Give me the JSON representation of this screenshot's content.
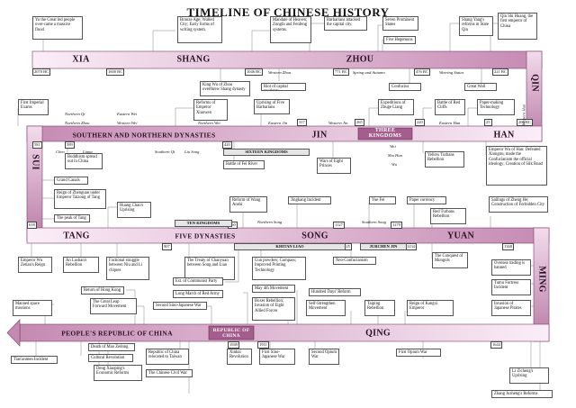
{
  "title": "TIMELINE OF CHINESE HISTORY",
  "colors": {
    "band": "#e9cde3",
    "band_dark": "#b06a98",
    "band_edge": "#7a3d68"
  },
  "dynasties": {
    "xia": "XIA",
    "shang": "SHANG",
    "zhou": "ZHOU",
    "qin": "QIN",
    "han": "HAN",
    "three_kingdoms": "THREE KINGDOMS",
    "jin": "JIN",
    "southern_northern": "SOUTHERN AND NORTHERN DYNASTIES",
    "sui": "SUI",
    "tang": "TANG",
    "five_dynasties": "FIVE DYNASTIES",
    "song": "SONG",
    "yuan": "YUAN",
    "ming": "MING",
    "qing": "QING",
    "roc": "REPUBLIC OF CHINA",
    "prc": "PEOPLE'S REPUBLIC OF CHINA"
  },
  "years": {
    "y2070bc": "2070 BC",
    "y1600bc": "1600 BC",
    "y1046bc": "1046 BC",
    "y771bc": "771 BC",
    "y476bc": "476 BC",
    "y221bc": "221 BC",
    "y206bc": "206 BC",
    "y25": "25",
    "y220": "220",
    "y265": "265",
    "y317": "317",
    "y420": "420",
    "y581": "581",
    "y589": "589",
    "y618": "618",
    "y907": "907",
    "y960": "960",
    "y1127": "1127",
    "y1279": "1279",
    "y1125": "1125",
    "y1234": "1234",
    "y1368": "1368",
    "y1644": "1644",
    "y1911": "1911",
    "y1949": "1949"
  },
  "subperiods": {
    "western_zhou": "Western Zhou",
    "spring_autumn": "Spring and Autumn",
    "warring_states": "Warring States",
    "western_han": "Western Han",
    "eastern_han": "Eastern Han",
    "wei": "Wei",
    "shu_han": "Shu Han",
    "wu": "Wu",
    "western_jin": "Western Jin",
    "eastern_jin": "Eastern Jin",
    "northern_qi": "Northern Qi",
    "northern_zhou": "Northern Zhou",
    "eastern_wei": "Eastern Wei",
    "western_wei": "Western Wei",
    "northern_wei": "Northern Wei",
    "chen": "Chen",
    "liang": "Liang",
    "southern_qi": "Southern Qi",
    "liu_song": "Liu Song",
    "northern_song": "Northern Song",
    "southern_song": "Southern Song"
  },
  "bars": {
    "sixteen": "SIXTEEN KINGDOMS",
    "ten": "TEN KINGDOMS",
    "khitan": "KHITAN LIAO",
    "jurchen": "JURCHEN JIN"
  },
  "events": {
    "e1": "Yu the Great led people over-came a massive flood",
    "e2": "Bronze Age; Walled City; Early forms of writing system.",
    "e3": "Mandate of Heaven; Zongfa and Fenfeng systems.",
    "e4": "Barbarians attacked the capital city.",
    "e5": "Seven Prominent States",
    "e6": "Five Hegemons",
    "e7": "Shang Yang's reforms in State Qin",
    "e8": "Qin Shi Huang, the first emperor of China",
    "e9": "King Wu of Zhou overthrew Shang dynasty",
    "e10": "Riot of capital residents",
    "e11": "Confucius",
    "e12": "Great Wall",
    "e13": "First Imperial Exams",
    "e14": "Reforms of Emperor Xiaowen",
    "e15": "Uprising of Five Barbarians",
    "e16": "Expeditions of Zhuge Liang",
    "e17": "Battle of Red Cliffs",
    "e18": "Paper-making Technology",
    "e19": "Buddhism spread out in China",
    "e20": "Battle of Fei River",
    "e21": "Wars of Eight Princes",
    "e22": "Yellow Turbans Rebellion",
    "e23": "Emperor Wu of Han: Defeated Xiongnu; made the Confucianism the official ideology; Creation of Silk Road",
    "e24": "Grand Canals",
    "e25": "Reign of Zhenguan under Emperor Taizong of Tang",
    "e26": "Huang Chao's Uprising",
    "e27": "Reform of Wang Anshi",
    "e28": "Jingkang Incident",
    "e29": "Yue Fei",
    "e30": "Paper currency",
    "e31": "Red Turbans Rebellion",
    "e32": "Sailings of Zheng He; Construction of Forbidden City",
    "e33": "The peak of Tang",
    "e34": "Emperor Wu Zetian's Reign",
    "e35": "An Lushan's Rebellion",
    "e36": "Factional struggle between Niu and Li cliques",
    "e37": "The Treaty of Chanyuan between Song and Liao",
    "e38": "Gun powders; Compass; Improved Printing Technology",
    "e39": "Neo-Confucianism",
    "e40": "The Conquest of Mongols",
    "e41": "Oversea trading is banned",
    "e42": "Tumu Fortress Incident",
    "e43": "Invasion of Japanese Pirates",
    "e44": "Est. of Communist Party",
    "e45": "Return of Hong Kong",
    "e46": "Manned space missions",
    "e47": "The Great Leap Forward Movement",
    "e48": "Long March of Red Army",
    "e49": "May 4th Movement",
    "e50": "Hundred Days' Reform",
    "e51": "Boxer Rebellion; Invasion of Eight Allied Forces",
    "e52": "Self-Strengthen Movement",
    "e53": "Taiping Rebellion",
    "e54": "Reign of Kangxi Emperor",
    "e55": "Second Sino-Japanese War",
    "e56": "Death of Mao Zedong",
    "e57": "Cultural Revolution",
    "e58": "Deng Xiaoping's Economic Reforms",
    "e59": "Tian'anmen Incident",
    "e60": "Republic of China relocated to Taiwan",
    "e61": "The Chinese Civil War",
    "e62": "Xinhai Revolution",
    "e63": "First Sino-Japanese War",
    "e64": "Second Opium War",
    "e65": "First Opium War",
    "e66": "Li Zicheng's Uprising",
    "e67": "Zhang Juzheng's Reforms"
  }
}
